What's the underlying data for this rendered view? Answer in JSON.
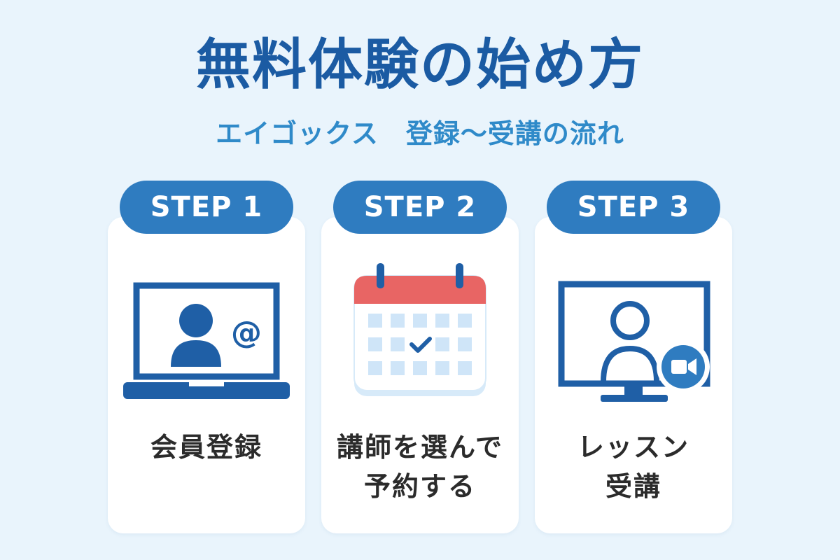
{
  "title": "無料体験の始め方",
  "subtitle": "エイゴックス　登録〜受講の流れ",
  "steps": [
    {
      "badge": "STEP 1",
      "line1": "会員登録",
      "line2": "",
      "icon": "laptop-user-icon"
    },
    {
      "badge": "STEP 2",
      "line1": "講師を選んで",
      "line2": "予約する",
      "icon": "calendar-check-icon"
    },
    {
      "badge": "STEP 3",
      "line1": "レッスン",
      "line2": "受講",
      "icon": "monitor-video-icon"
    }
  ],
  "icon_text": {
    "at_symbol": "@"
  },
  "colors": {
    "background": "#e9f4fc",
    "title": "#1b5ba3",
    "subtitle": "#2f8ac9",
    "badge": "#2f7cc0",
    "icon_primary": "#1f5fa6",
    "calendar_header": "#e86564",
    "calendar_cells": "#cfe5f8"
  }
}
